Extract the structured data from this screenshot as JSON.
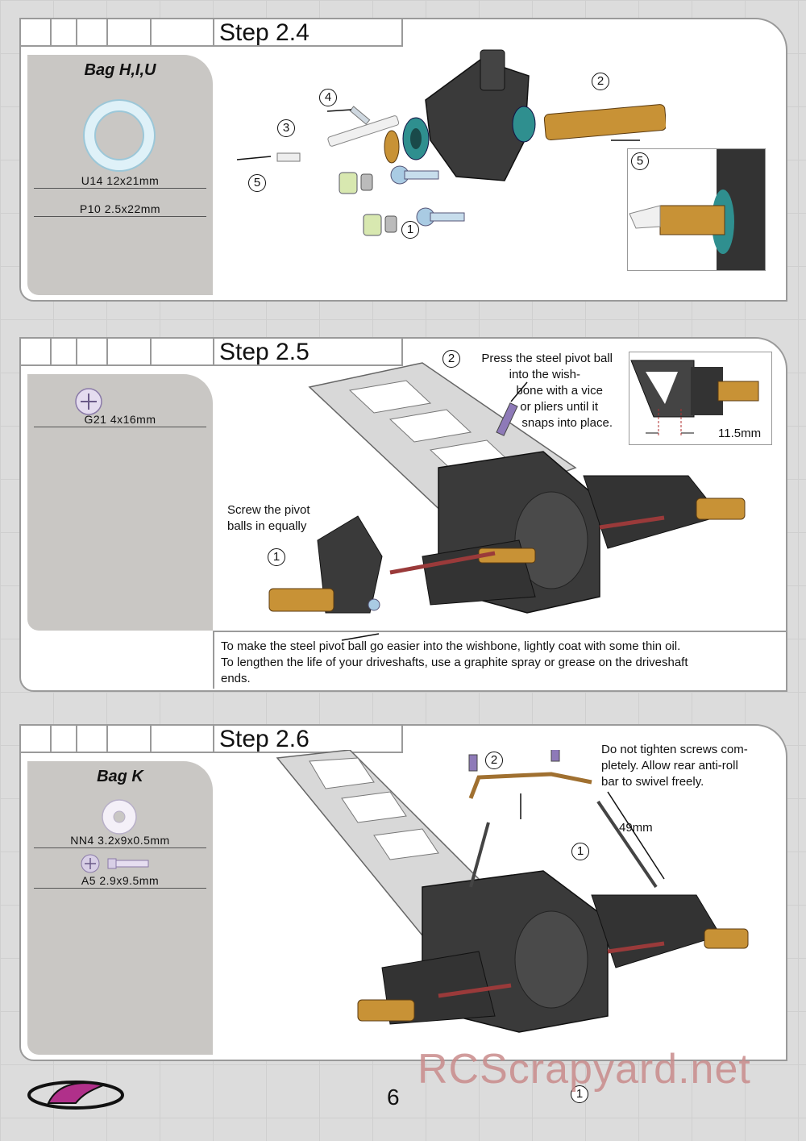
{
  "steps": {
    "s24": {
      "title": "Step 2.4",
      "bag": "Bag H,I,U",
      "parts": [
        "U14  12x21mm",
        "P10  2.5x22mm"
      ],
      "callouts": [
        "1",
        "2",
        "3",
        "4",
        "5",
        "5"
      ]
    },
    "s25": {
      "title": "Step 2.5",
      "parts": [
        "G21  4x16mm"
      ],
      "callouts": [
        "1",
        "2"
      ],
      "note_press": [
        "Press the steel pivot ball",
        "into the wish-",
        "bone with a vice",
        "or pliers until it",
        "snaps into place."
      ],
      "note_screw": [
        "Screw the pivot",
        "balls in equally"
      ],
      "dimension": "11.5mm",
      "footer": [
        "To make the steel pivot ball go easier into the wishbone, lightly coat with some thin oil.",
        "To lengthen the life of your driveshafts, use a graphite spray or grease on the driveshaft",
        "ends."
      ]
    },
    "s26": {
      "title": "Step 2.6",
      "bag": "Bag K",
      "parts": [
        "NN4  3.2x9x0.5mm",
        "A5  2.9x9.5mm"
      ],
      "callouts": [
        "1",
        "2"
      ],
      "note": [
        "Do not tighten screws com-",
        "pletely. Allow rear anti-roll",
        "bar to swivel freely."
      ],
      "dimension": "49mm"
    }
  },
  "page_number": "6",
  "watermark": "RCScrapyard.net",
  "colors": {
    "panel_border": "#9a9a9a",
    "sidebar": "#c9c7c4",
    "brass": "#c89236",
    "plastic": "#3a3a3a",
    "teal": "#2f8f8f",
    "logo": "#b0308a"
  }
}
